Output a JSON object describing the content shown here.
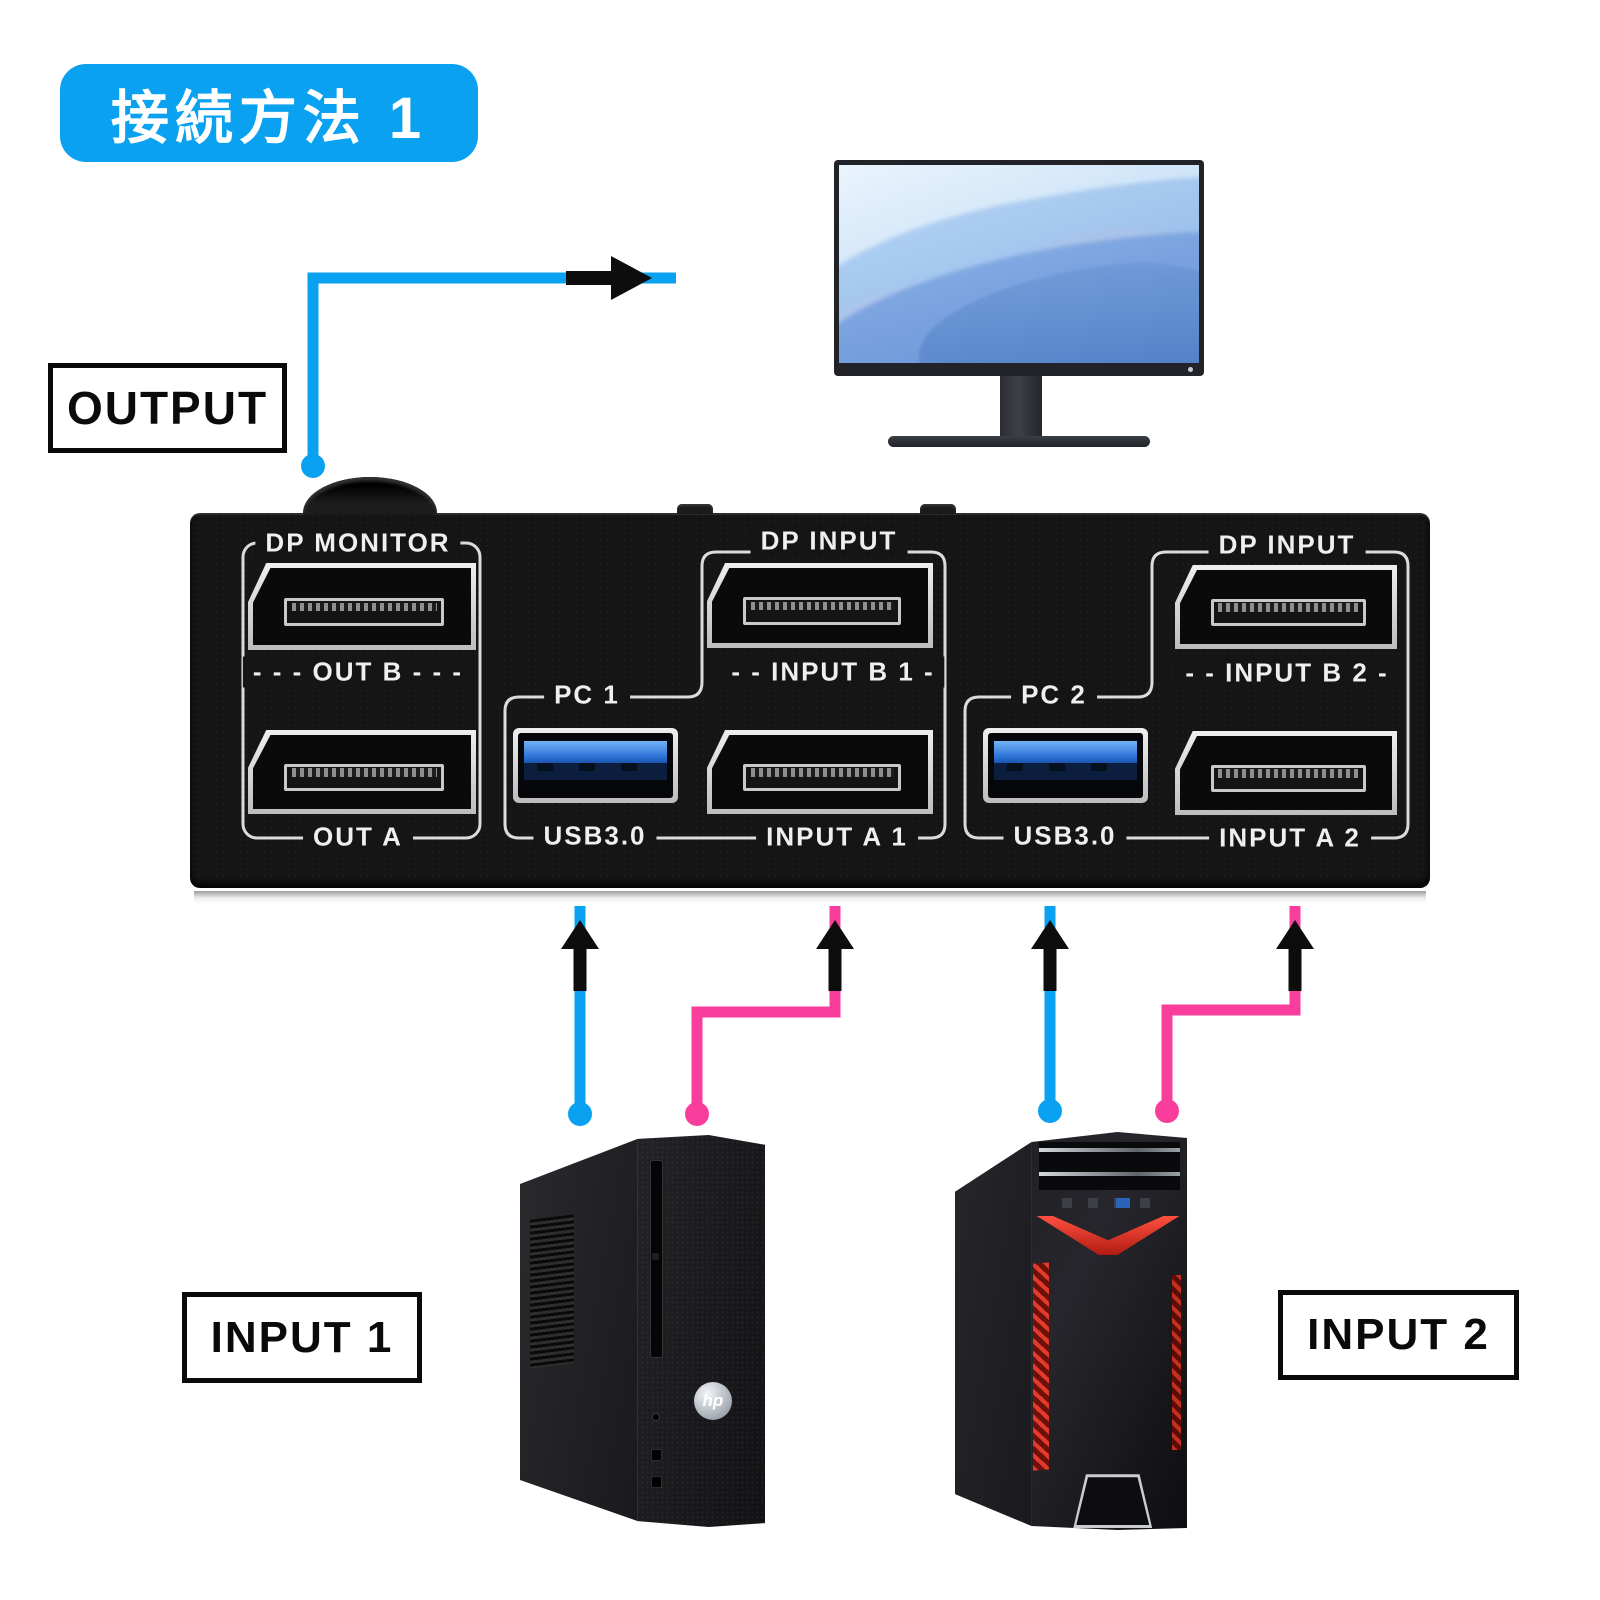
{
  "colors": {
    "accent_blue": "#0aa1f1",
    "accent_pink": "#f93d9d",
    "arrow_black": "#0d0d0d",
    "device_black": "#151515",
    "outline_white": "#ededed"
  },
  "badge": {
    "label": "接続方法 1"
  },
  "labels": {
    "output": "OUTPUT",
    "input1": "INPUT 1",
    "input2": "INPUT 2"
  },
  "kvm": {
    "out_group": {
      "top": "DP MONITOR",
      "mid": "- - -  OUT B  - - -",
      "bottom": "OUT A"
    },
    "pc1_group": {
      "pc": "PC 1",
      "usb": "USB3.0",
      "dp_top": "DP INPUT",
      "dp_mid": "- -  INPUT B 1  -",
      "dp_bottom": "INPUT A 1"
    },
    "pc2_group": {
      "pc": "PC 2",
      "usb": "USB3.0",
      "dp_top": "DP INPUT",
      "dp_mid": "- -  INPUT B 2  -",
      "dp_bottom": "INPUT A 2"
    }
  },
  "pc1": {
    "logo": "hp"
  }
}
